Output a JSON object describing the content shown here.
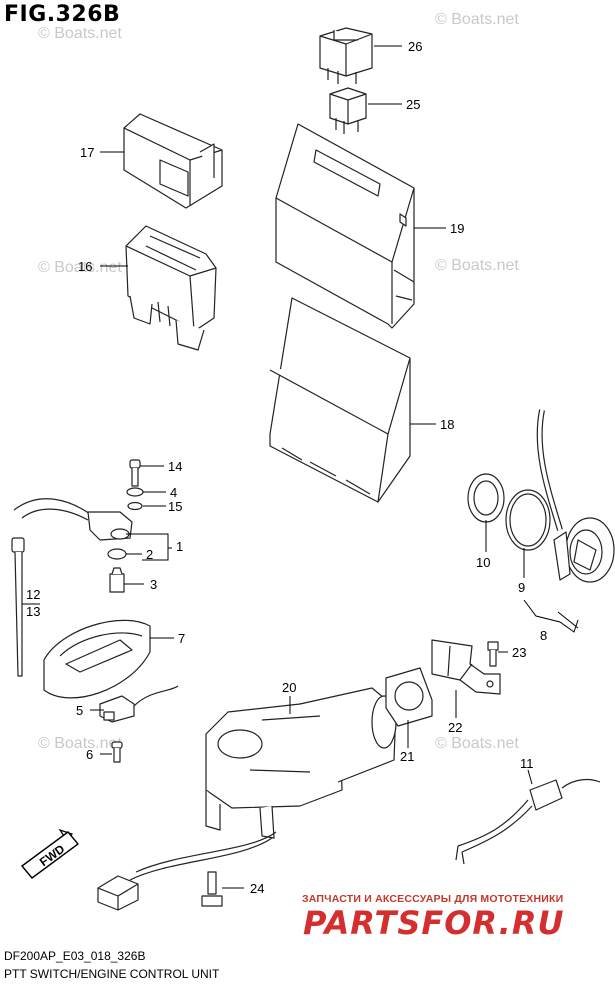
{
  "figure": {
    "title": "FIG.326B"
  },
  "watermark": {
    "text": "© Boats.net"
  },
  "callouts": {
    "c1": "1",
    "c2": "2",
    "c3": "3",
    "c4": "4",
    "c5": "5",
    "c6": "6",
    "c7": "7",
    "c8": "8",
    "c9": "9",
    "c10": "10",
    "c11": "11",
    "c12": "12",
    "c13": "13",
    "c14": "14",
    "c15": "15",
    "c16": "16",
    "c17": "17",
    "c18": "18",
    "c19": "19",
    "c20": "20",
    "c21": "21",
    "c22": "22",
    "c23": "23",
    "c24": "24",
    "c25": "25",
    "c26": "26"
  },
  "fwd_label": "FWD",
  "footer": {
    "code": "DF200AP_E03_018_326B",
    "title": "PTT SWITCH/ENGINE CONTROL UNIT"
  },
  "brand": {
    "subtitle": "ЗАПЧАСТИ И АКСЕССУАРЫ ДЛЯ МОТОТЕХНИКИ",
    "name": "PARTSFOR.RU"
  }
}
